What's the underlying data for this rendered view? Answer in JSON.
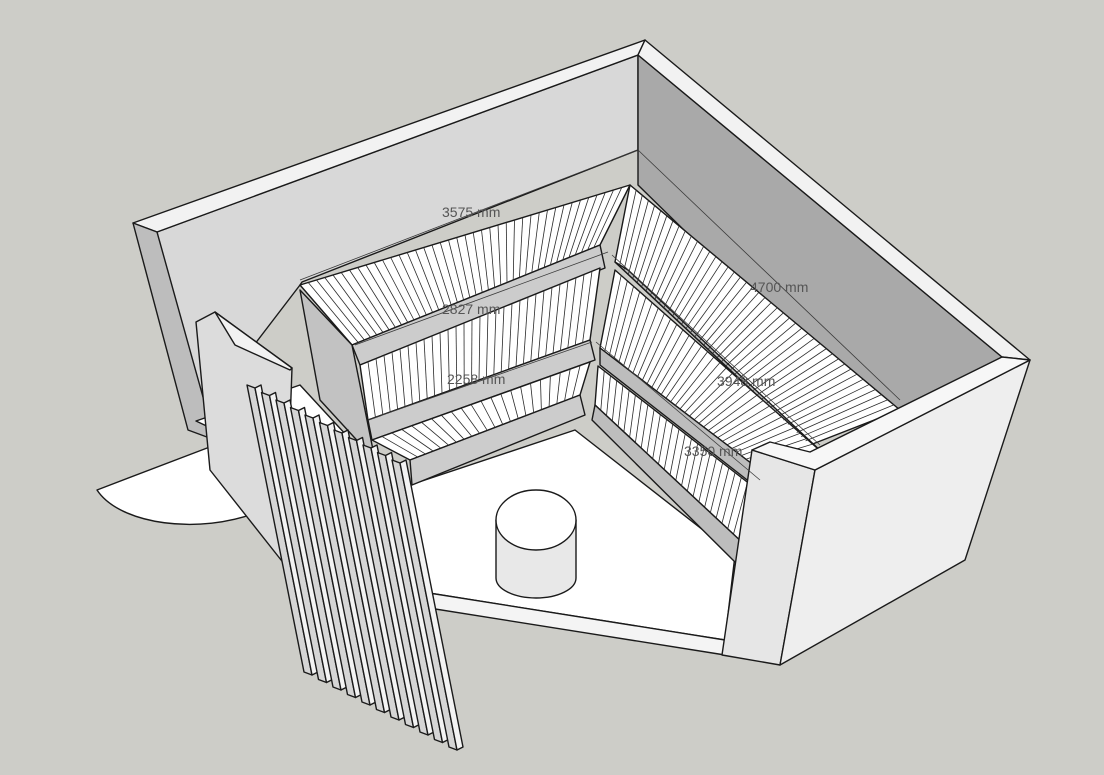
{
  "model": {
    "dimensions": [
      {
        "id": "back-wall-length",
        "label": "3575 mm"
      },
      {
        "id": "right-wall-length",
        "label": "4700 mm"
      },
      {
        "id": "upper-bench-left",
        "label": "2827 mm"
      },
      {
        "id": "middle-bench-left",
        "label": "2258 mm"
      },
      {
        "id": "upper-bench-right",
        "label": "3948 mm"
      },
      {
        "id": "lower-bench-right",
        "label": "3350 mm"
      }
    ]
  },
  "colors": {
    "background": "#cdcdc8",
    "wall_light": "#f2f2f2",
    "wall_face": "#d9d9d9",
    "wall_shadow": "#a9a9a9",
    "floor": "#ffffff",
    "edge": "#1a1a1a",
    "dimension_text": "#555555"
  }
}
